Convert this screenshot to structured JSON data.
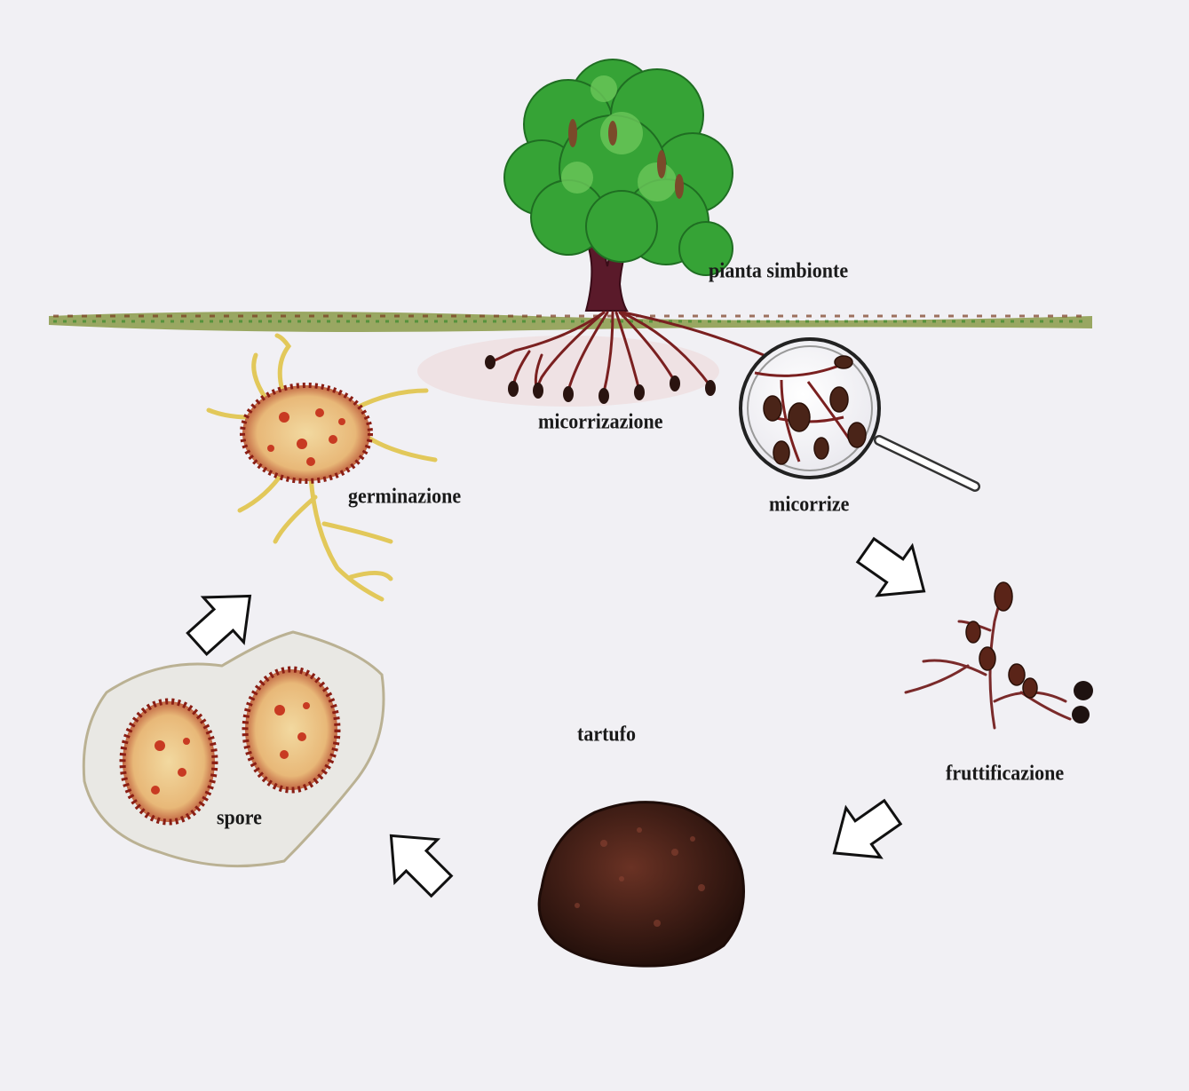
{
  "labels": {
    "plant": "pianta simbionte",
    "mycorrhization": "micorrizazione",
    "mycorrhizae": "micorrize",
    "germination": "germinazione",
    "fruiting": "fruttificazione",
    "truffle": "tartufo",
    "spores": "spore"
  },
  "colors": {
    "background": "#f1f0f4",
    "foliage": "#3aa63a",
    "root": "#7a2020",
    "truffle": "#3a1c14",
    "spore_ring": "#a0281e",
    "hyphae": "#e2c85a"
  },
  "cycle_order": [
    "pianta simbionte",
    "micorrizazione",
    "micorrize",
    "fruttificazione",
    "tartufo",
    "spore",
    "germinazione"
  ]
}
